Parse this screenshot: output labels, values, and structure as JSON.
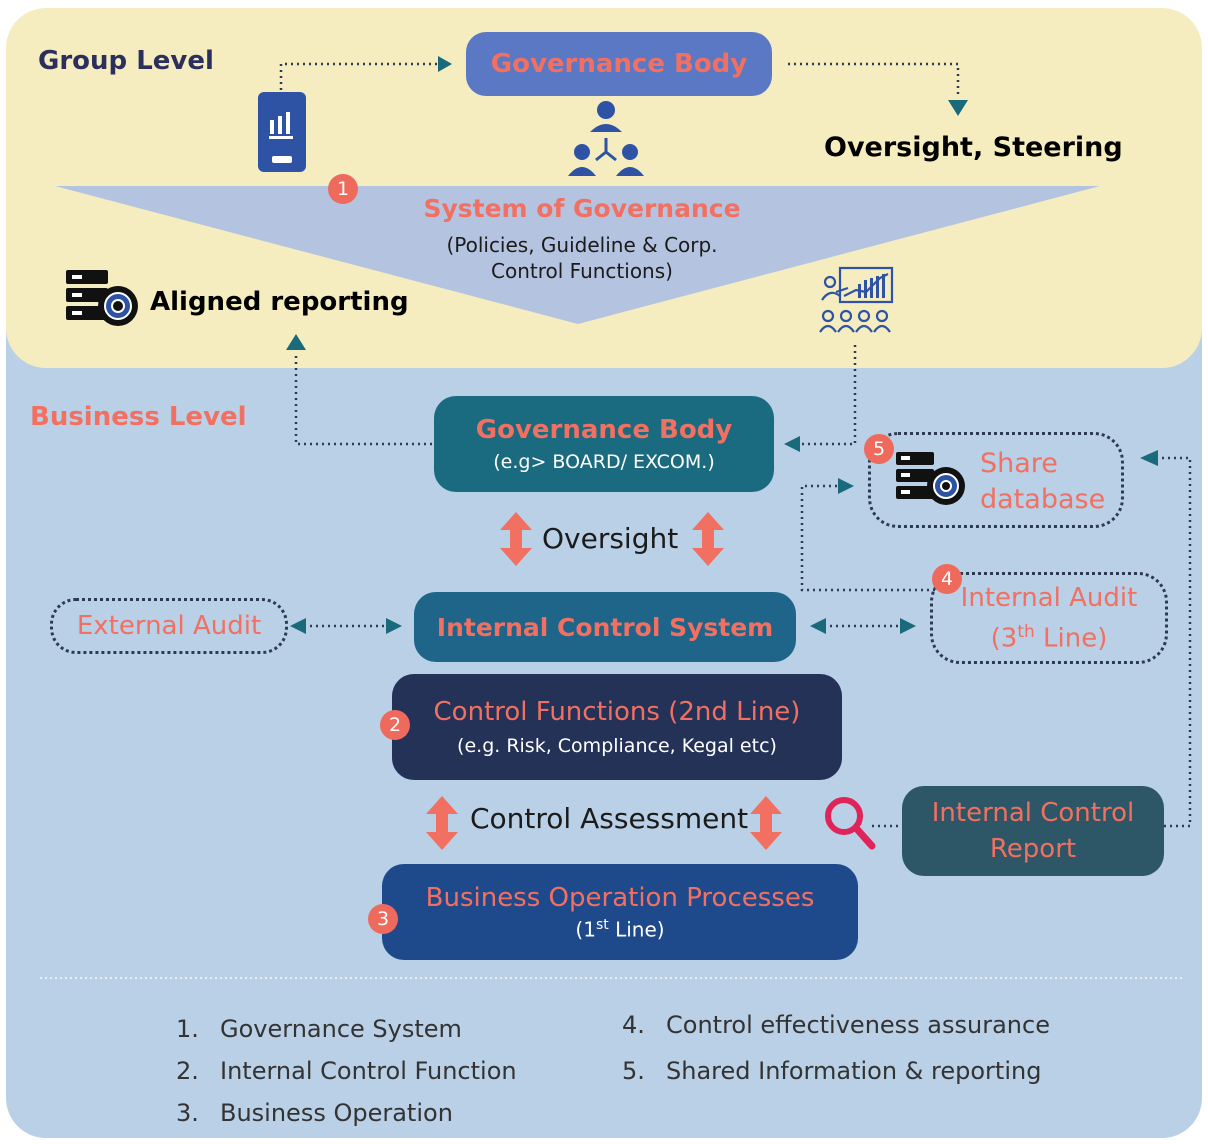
{
  "group": {
    "label": "Group Level",
    "governance_body": "Governance Body",
    "oversight": "Oversight, Steering",
    "system_title": "System of Governance",
    "system_line1": "(Policies, Guideline & Corp.",
    "system_line2": "Control Functions)",
    "aligned": "Aligned reporting"
  },
  "business": {
    "label": "Business Level",
    "gov_title": "Governance Body",
    "gov_sub": "(e.g> BOARD/ EXCOM.)",
    "oversight": "Oversight",
    "share_line1": "Share",
    "share_line2": "database",
    "external_audit": "External Audit",
    "ics": "Internal Control System",
    "ia_line1": "Internal Audit",
    "ia_line2_pre": "(3",
    "ia_line2_sup": "th",
    "ia_line2_post": " Line)",
    "cf_title": "Control Functions (2nd Line)",
    "cf_sub": "(e.g. Risk, Compliance, Kegal etc)",
    "control_assessment": "Control Assessment",
    "icr_line1": "Internal Control",
    "icr_line2": "Report",
    "bop_title": "Business Operation Processes",
    "bop_sub_pre": "(1",
    "bop_sub_sup": "st",
    "bop_sub_post": " Line)"
  },
  "badges": [
    "1",
    "2",
    "3",
    "4",
    "5"
  ],
  "legend": {
    "left": [
      {
        "num": "1.",
        "text": "Governance System"
      },
      {
        "num": "2.",
        "text": "Internal Control Function"
      },
      {
        "num": "3.",
        "text": "Business Operation"
      }
    ],
    "right": [
      {
        "num": "4.",
        "text": "Control effectiveness assurance"
      },
      {
        "num": "5.",
        "text": "Shared Information & reporting"
      }
    ]
  },
  "colors": {
    "group_bg": "#f5edbf",
    "business_bg": "#b9d0e6",
    "coral": "#f17061",
    "teal": "#1b6b80",
    "navy": "#243258",
    "arrow_teal": "#1a6a7c"
  }
}
